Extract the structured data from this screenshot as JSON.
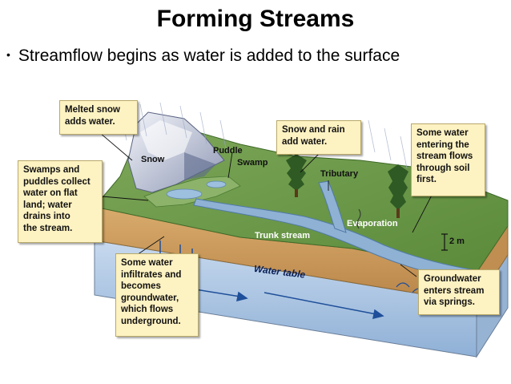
{
  "slide": {
    "title": "Forming Streams",
    "bullet": "Streamflow begins as water is added to the surface"
  },
  "diagram": {
    "callouts": {
      "melted_snow": "Melted snow\nadds water.",
      "snow_rain": "Snow and rain\nadd water.",
      "swamps": "Swamps and\npuddles collect\nwater on flat\nland; water\ndrains into\nthe stream.",
      "some_water_soil": "Some water\nentering the\nstream flows\nthrough soil\nfirst.",
      "infiltrates": "Some water\ninfiltrates and\nbecomes\ngroundwater,\nwhich flows\nunderground.",
      "groundwater": "Groundwater\nenters stream\nvia springs."
    },
    "labels": {
      "snow": "Snow",
      "puddle": "Puddle",
      "swamp": "Swamp",
      "tributary": "Tributary",
      "evaporation": "Evaporation",
      "trunk_stream": "Trunk stream",
      "water_table": "Water table",
      "scale": "2 m"
    },
    "colors": {
      "callout_bg": "#fdf2c2",
      "grass": "#6f9a4a",
      "soil": "#c99a5c",
      "groundwater": "#a9c6e6",
      "stream": "#8fb1d3",
      "snow": "#e6ebf4"
    }
  }
}
